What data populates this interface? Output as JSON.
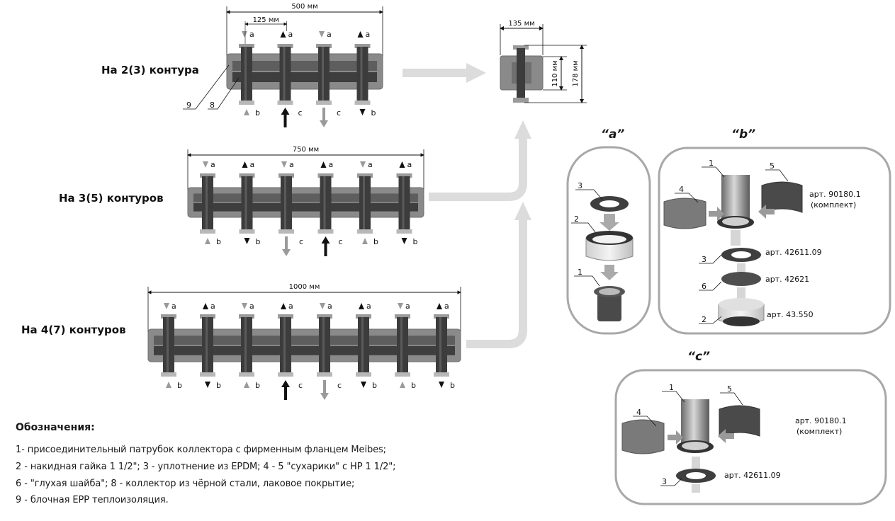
{
  "manifolds": [
    {
      "title": "На 2(3) контура",
      "width_label": "500 мм",
      "pitch_label": "125 мм",
      "pipes": [
        {
          "top": "a",
          "top_dir": "down",
          "top_color": "gray",
          "bottom": "b",
          "bottom_dir": "up",
          "bottom_color": "gray"
        },
        {
          "top": "a",
          "top_dir": "up",
          "top_color": "black",
          "bottom": "c",
          "bottom_dir": "up",
          "bottom_color": "black"
        },
        {
          "top": "a",
          "top_dir": "down",
          "top_color": "gray",
          "bottom": "c",
          "bottom_dir": "down",
          "bottom_color": "gray"
        },
        {
          "top": "a",
          "top_dir": "up",
          "top_color": "black",
          "bottom": "b",
          "bottom_dir": "down",
          "bottom_color": "black"
        }
      ],
      "callouts": [
        "9",
        "8"
      ]
    },
    {
      "title": "На 3(5) контуров",
      "width_label": "750 мм",
      "pipes": [
        {
          "top": "a",
          "top_dir": "down",
          "top_color": "gray",
          "bottom": "b",
          "bottom_dir": "up",
          "bottom_color": "gray"
        },
        {
          "top": "a",
          "top_dir": "up",
          "top_color": "black",
          "bottom": "b",
          "bottom_dir": "down",
          "bottom_color": "black"
        },
        {
          "top": "a",
          "top_dir": "down",
          "top_color": "gray",
          "bottom": "c",
          "bottom_dir": "down",
          "bottom_color": "gray"
        },
        {
          "top": "a",
          "top_dir": "up",
          "top_color": "black",
          "bottom": "c",
          "bottom_dir": "up",
          "bottom_color": "black"
        },
        {
          "top": "a",
          "top_dir": "down",
          "top_color": "gray",
          "bottom": "b",
          "bottom_dir": "up",
          "bottom_color": "gray"
        },
        {
          "top": "a",
          "top_dir": "up",
          "top_color": "black",
          "bottom": "b",
          "bottom_dir": "down",
          "bottom_color": "black"
        }
      ]
    },
    {
      "title": "На 4(7) контуров",
      "width_label": "1000 мм",
      "pipes": [
        {
          "top": "a",
          "top_dir": "down",
          "top_color": "gray",
          "bottom": "b",
          "bottom_dir": "up",
          "bottom_color": "gray"
        },
        {
          "top": "a",
          "top_dir": "up",
          "top_color": "black",
          "bottom": "b",
          "bottom_dir": "down",
          "bottom_color": "black"
        },
        {
          "top": "a",
          "top_dir": "down",
          "top_color": "gray",
          "bottom": "b",
          "bottom_dir": "up",
          "bottom_color": "gray"
        },
        {
          "top": "a",
          "top_dir": "up",
          "top_color": "black",
          "bottom": "c",
          "bottom_dir": "up",
          "bottom_color": "black"
        },
        {
          "top": "a",
          "top_dir": "down",
          "top_color": "gray",
          "bottom": "c",
          "bottom_dir": "down",
          "bottom_color": "gray"
        },
        {
          "top": "a",
          "top_dir": "up",
          "top_color": "black",
          "bottom": "b",
          "bottom_dir": "down",
          "bottom_color": "black"
        },
        {
          "top": "a",
          "top_dir": "down",
          "top_color": "gray",
          "bottom": "b",
          "bottom_dir": "up",
          "bottom_color": "gray"
        },
        {
          "top": "a",
          "top_dir": "up",
          "top_color": "black",
          "bottom": "b",
          "bottom_dir": "down",
          "bottom_color": "black"
        }
      ]
    }
  ],
  "side_view": {
    "depth_label": "135 мм",
    "body_height_label": "110 мм",
    "total_height_label": "178 мм"
  },
  "details": {
    "a": {
      "title": "“a”",
      "parts": [
        "3",
        "2",
        "1"
      ]
    },
    "b": {
      "title": "“b”",
      "parts": [
        "1",
        "4",
        "5",
        "3",
        "6",
        "2"
      ],
      "articles": {
        "kit": "арт. 90180.1",
        "kit_note": "(комплект)",
        "seal": "арт. 42611.09",
        "blind_washer": "арт. 42621",
        "nut": "арт. 43.550"
      }
    },
    "c": {
      "title": "“c”",
      "parts": [
        "1",
        "4",
        "5",
        "3"
      ],
      "articles": {
        "kit": "арт. 90180.1",
        "kit_note": "(комплект)",
        "seal": "арт. 42611.09"
      }
    }
  },
  "legend": {
    "title": "Обозначения:",
    "lines": [
      "1- присоединительный патрубок коллектора с фирменным фланцем Meibes;",
      "2 - накидная гайка 1 1/2\"; 3 - уплотнение из EPDM; 4 - 5 \"сухарики\" с НР 1 1/2\";",
      "6 - \"глухая шайба\"; 8 - коллектор из чёрной стали, лаковое покрытие;",
      "9 - блочная EPP теплоизоляция."
    ]
  },
  "colors": {
    "insulation": "#8a8a8a",
    "insulation_edge": "#6e6e6e",
    "pipe": "#3c3c3c",
    "pipe_light": "#5a5a5a",
    "flow_arrow": "#dcdcdc",
    "gray_arrow": "#9a9a9a",
    "black_arrow": "#111111",
    "panel_border": "#a8a8a8"
  }
}
